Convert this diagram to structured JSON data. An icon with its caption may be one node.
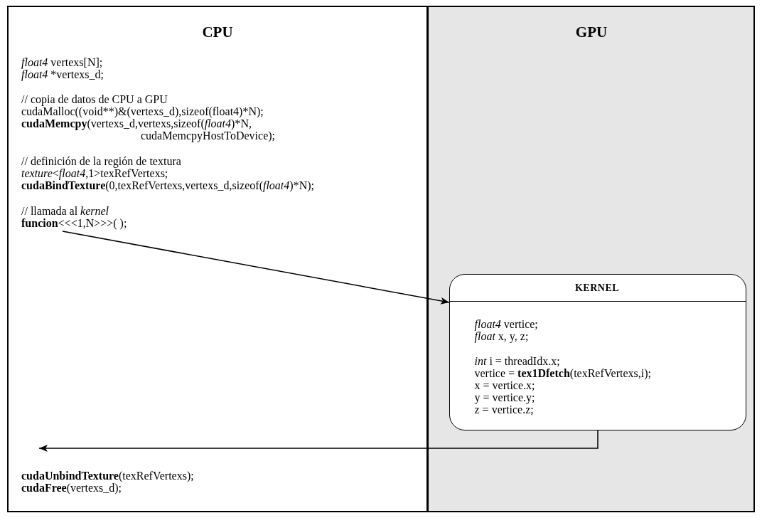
{
  "diagram": {
    "nodes": [
      {
        "text": [
          "CPU",
          "*float4* vertexs[N];",
          "*float4* *vertexs_d;",
          "// copia de datos de CPU a GPU",
          "cudaMalloc((void**)&(vertexs_d),sizeof(float4)*N);",
          "**cudaMemcpy**(vertexs_d,vertexs,sizeof(*float4*)*N, cudaMemcpyHostToDevice);",
          "// definición de la región de textura",
          "*texture*<*float4*,1>texRefVertexs;",
          "**cudaBindTexture**(0,texRefVertexs,vertexs_d,sizeof(*float4*)*N);",
          "// llamada al *kernel*",
          "**cudaUnbindTexture**(texRefVertexs);",
          "**cudaFree**(vertexs_d);"
        ]
      },
      {
        "text": [
          "GPU"
        ]
      },
      {
        "text": [
          "**funcion**<<<1,N>>>( );"
        ],
        "in": 0
      },
      {
        "text": [
          "KERNEL",
          "*float4* vertice;",
          "*float* x, y, z;",
          "*int* i = threadIdx.x;",
          "vertice = **tex1Dfetch**(texRefVertexs,i);",
          "x = vertice.x;",
          "y = vertice.y;",
          "z = vertice.z;"
        ],
        "in": 1
      }
    ],
    "edges": [
      {
        "from": 2,
        "to": 3,
        "arrow": "to"
      },
      {
        "from": 3,
        "to": null,
        "arrow": "to"
      }
    ]
  }
}
